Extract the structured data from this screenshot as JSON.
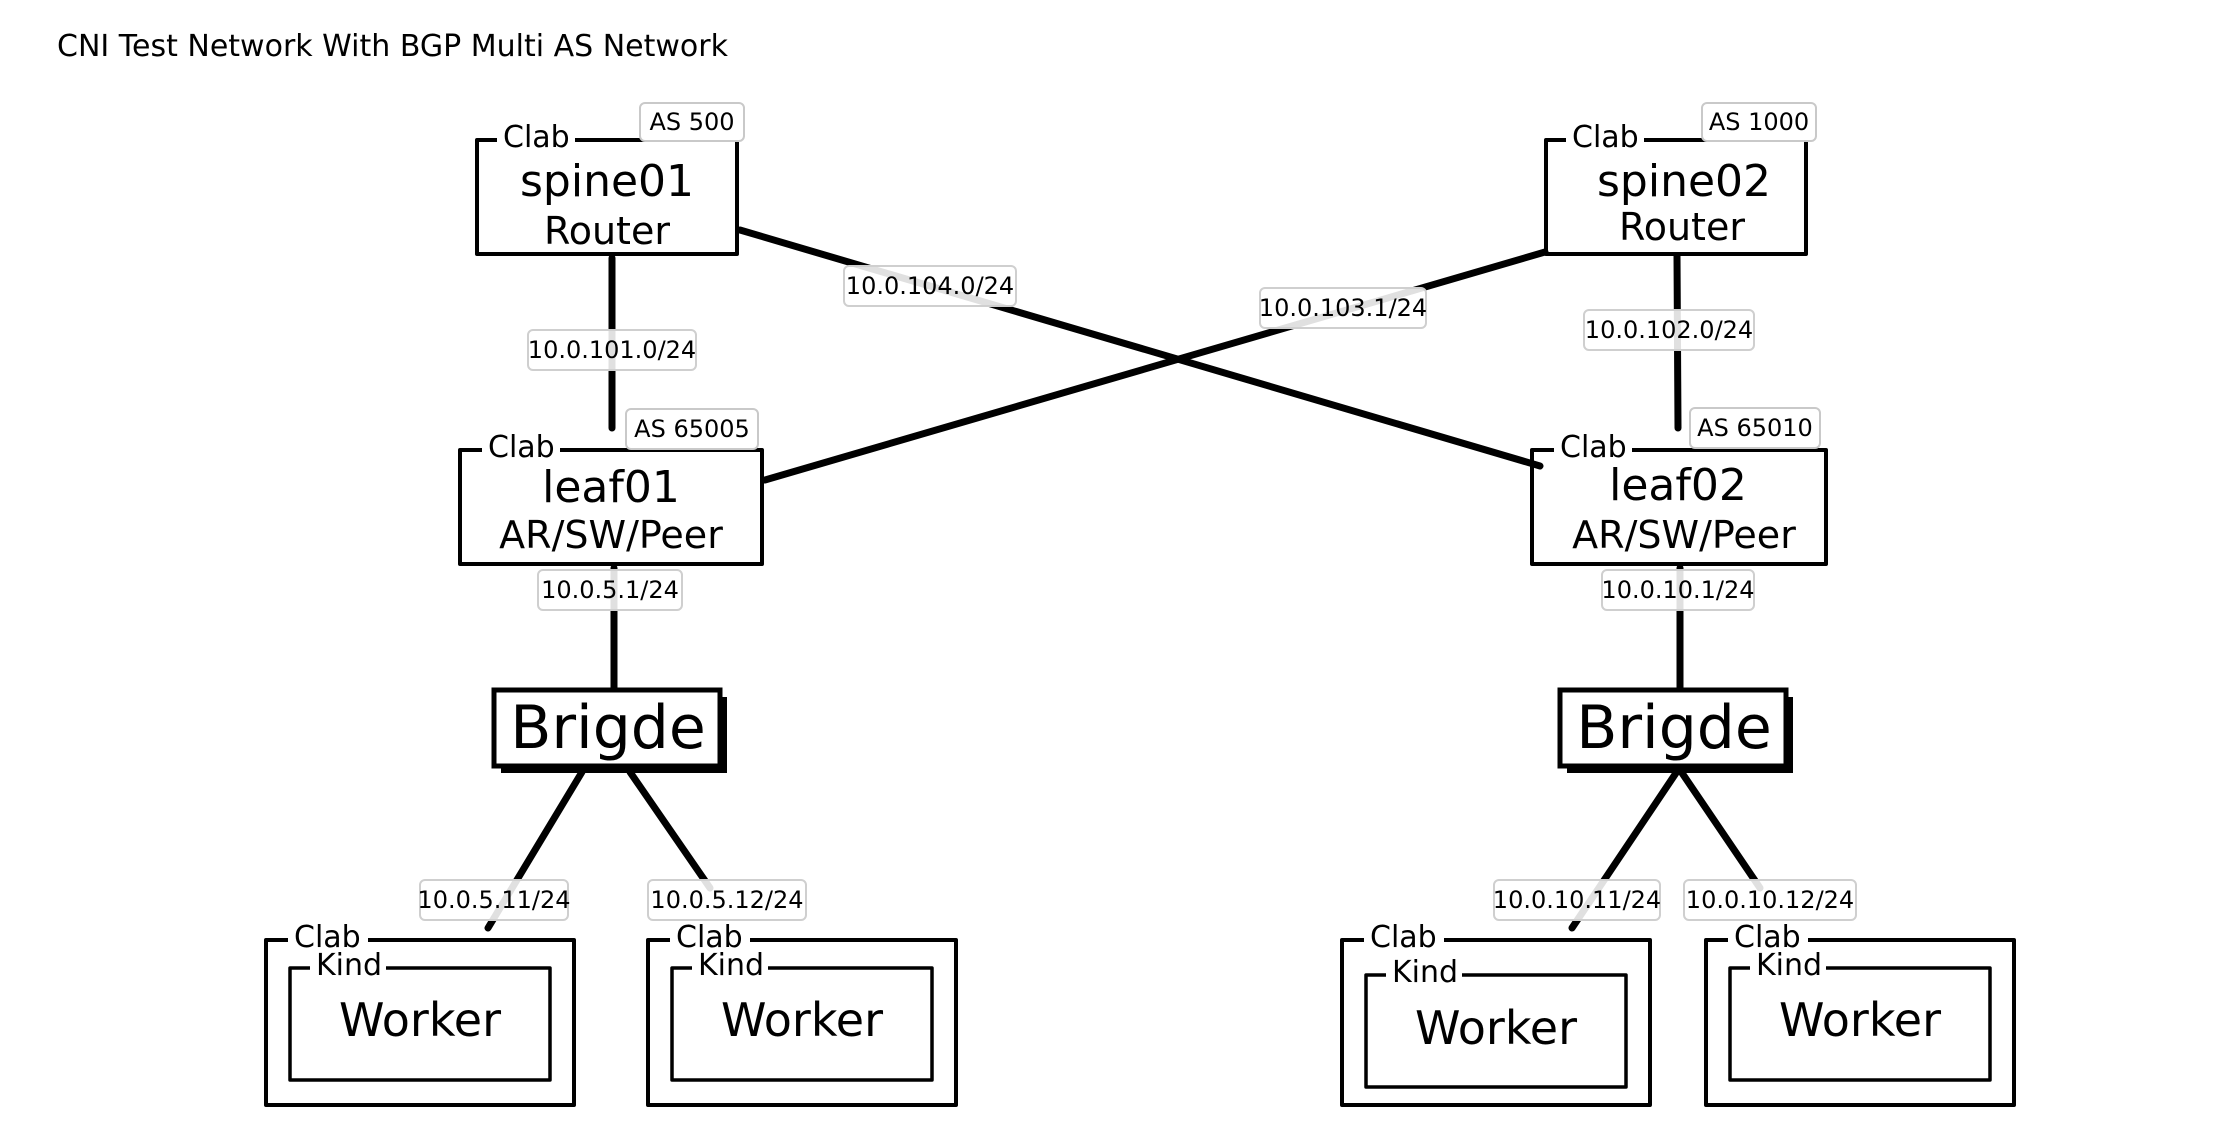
{
  "title": "CNI Test Network With BGP Multi AS Network",
  "nodes": {
    "spine01": {
      "frame_label": "Clab",
      "name": "spine01",
      "role": "Router",
      "as_tag": "AS 500"
    },
    "spine02": {
      "frame_label": "Clab",
      "name": "spine02",
      "role": "Router",
      "as_tag": "AS 1000"
    },
    "leaf01": {
      "frame_label": "Clab",
      "name": "leaf01",
      "role": "AR/SW/Peer",
      "as_tag": "AS 65005"
    },
    "leaf02": {
      "frame_label": "Clab",
      "name": "leaf02",
      "role": "AR/SW/Peer",
      "as_tag": "AS 65010"
    },
    "bridge1": {
      "name": "Brigde"
    },
    "bridge2": {
      "name": "Brigde"
    },
    "worker1": {
      "outer_label": "Clab",
      "inner_label": "Kind",
      "name": "Worker"
    },
    "worker2": {
      "outer_label": "Clab",
      "inner_label": "Kind",
      "name": "Worker"
    },
    "worker3": {
      "outer_label": "Clab",
      "inner_label": "Kind",
      "name": "Worker"
    },
    "worker4": {
      "outer_label": "Clab",
      "inner_label": "Kind",
      "name": "Worker"
    }
  },
  "links": [
    {
      "from": "spine01",
      "to": "leaf01",
      "subnet": "10.0.101.0/24"
    },
    {
      "from": "spine01",
      "to": "leaf02",
      "subnet": "10.0.104.0/24"
    },
    {
      "from": "spine02",
      "to": "leaf01",
      "subnet": "10.0.103.1/24"
    },
    {
      "from": "spine02",
      "to": "leaf02",
      "subnet": "10.0.102.0/24"
    },
    {
      "from": "leaf01",
      "to": "bridge1",
      "subnet": "10.0.5.1/24"
    },
    {
      "from": "leaf02",
      "to": "bridge2",
      "subnet": "10.0.10.1/24"
    },
    {
      "from": "bridge1",
      "to": "worker1",
      "subnet": "10.0.5.11/24"
    },
    {
      "from": "bridge1",
      "to": "worker2",
      "subnet": "10.0.5.12/24"
    },
    {
      "from": "bridge2",
      "to": "worker3",
      "subnet": "10.0.10.11/24"
    },
    {
      "from": "bridge2",
      "to": "worker4",
      "subnet": "10.0.10.12/24"
    }
  ]
}
